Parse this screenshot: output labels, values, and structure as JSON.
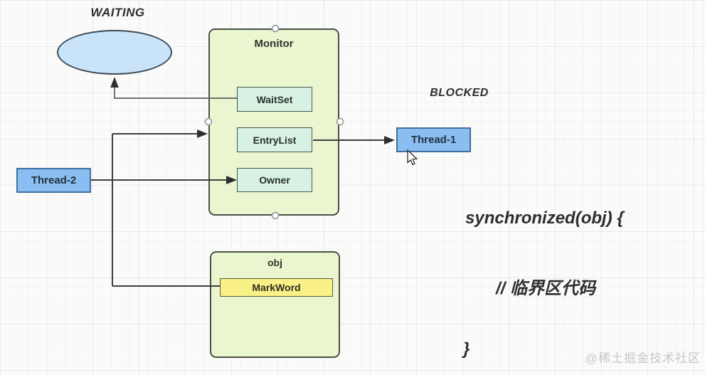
{
  "states": {
    "waiting": "WAITING",
    "blocked": "BLOCKED"
  },
  "monitor": {
    "title": "Monitor",
    "slots": [
      {
        "label": "WaitSet"
      },
      {
        "label": "EntryList"
      },
      {
        "label": "Owner"
      }
    ]
  },
  "threads": {
    "thread1": "Thread-1",
    "thread2": "Thread-2"
  },
  "object": {
    "title": "obj",
    "field": "MarkWord"
  },
  "code": {
    "line1": "synchronized(obj) {",
    "line2": "// 临界区代码",
    "line3": "}"
  },
  "watermark": "@稀土掘金技术社区",
  "icons": {
    "cursor": "mouse-pointer",
    "connection_point": "circle-anchor"
  },
  "colors": {
    "container_fill": "#e9f6d0",
    "container_border": "#4b4f44",
    "slot_fill": "#d7f2e3",
    "thread_fill": "#8abdf1",
    "thread_border": "#3f6f9f",
    "markword_fill": "#f9f187",
    "ellipse_fill": "#c9e4f9",
    "line": "#3f3f3f",
    "watermark": "#c7c7c7"
  }
}
